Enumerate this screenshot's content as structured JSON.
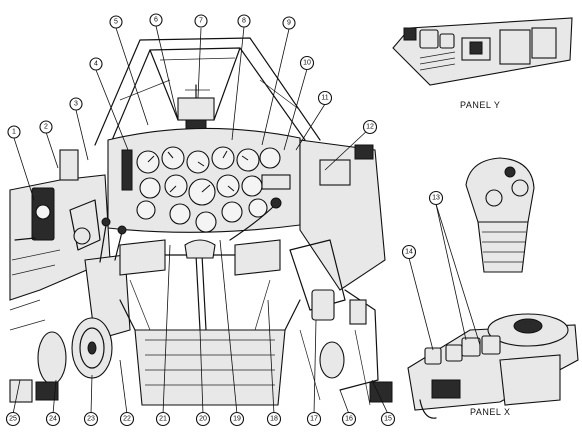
{
  "callouts": [
    "1",
    "2",
    "3",
    "4",
    "5",
    "6",
    "7",
    "8",
    "9",
    "10",
    "11",
    "12",
    "13",
    "14",
    "15",
    "16",
    "17",
    "18",
    "19",
    "20",
    "21",
    "22",
    "23",
    "24",
    "25"
  ],
  "panels": {
    "panel_y": "PANEL Y",
    "panel_x": "PANEL X"
  }
}
